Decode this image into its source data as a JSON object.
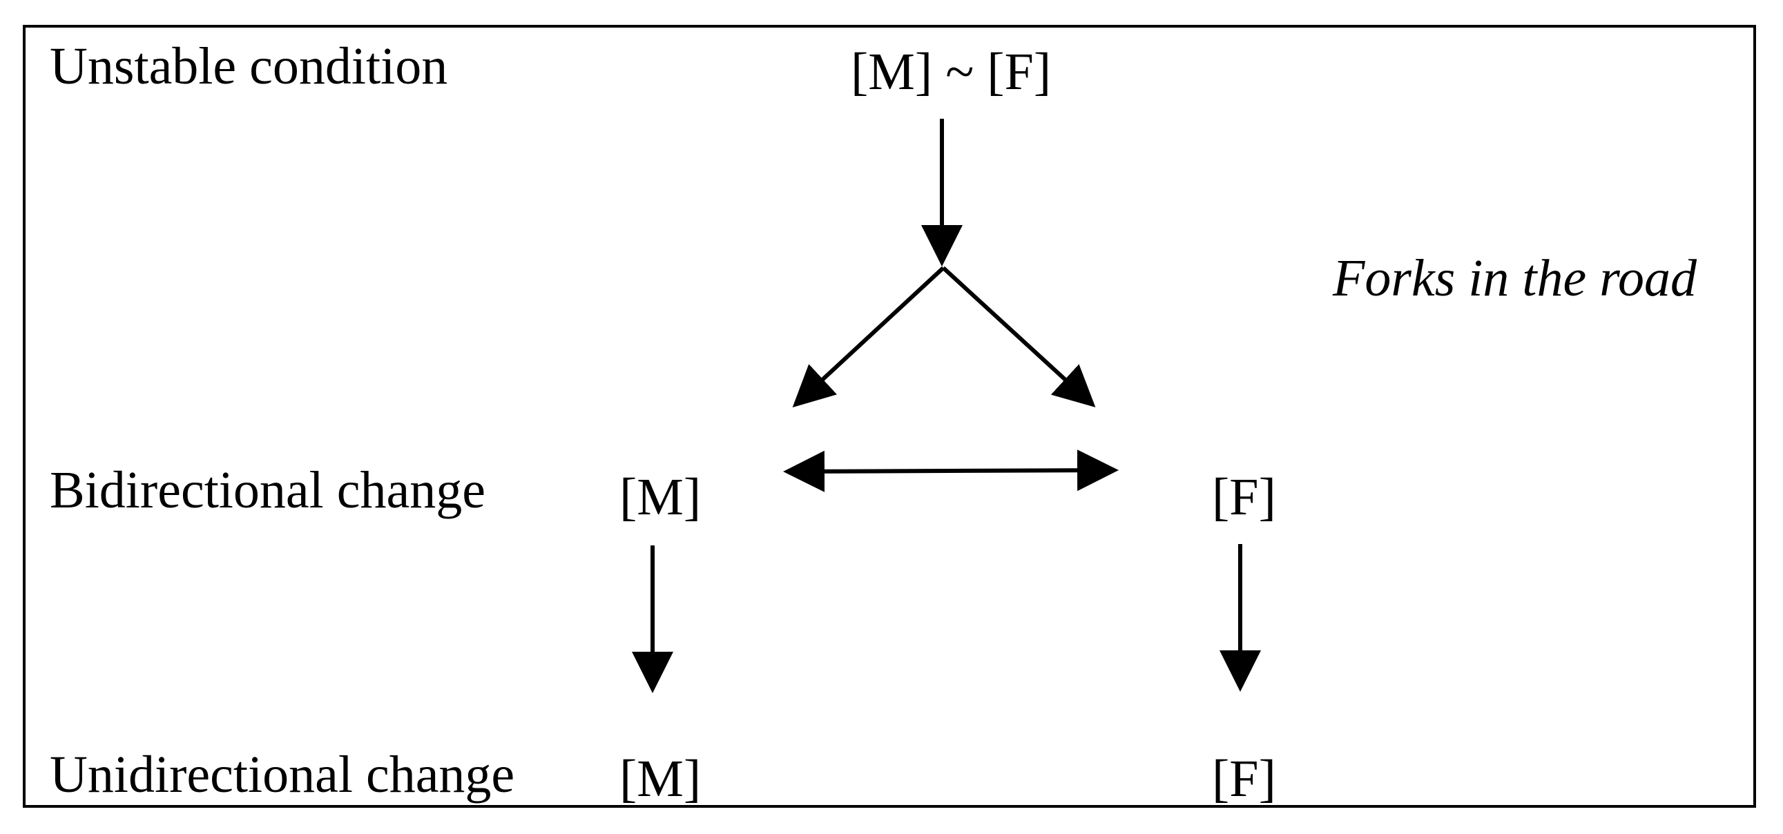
{
  "levels": {
    "unstable": "Unstable condition",
    "bidirectional": "Bidirectional change",
    "unidirectional": "Unidirectional change"
  },
  "nodes": {
    "top": "[M] ~ [F]",
    "mid_m": "[M]",
    "mid_f": "[F]",
    "bottom_m": "[M]",
    "bottom_f": "[F]"
  },
  "side_note": "Forks in the road"
}
